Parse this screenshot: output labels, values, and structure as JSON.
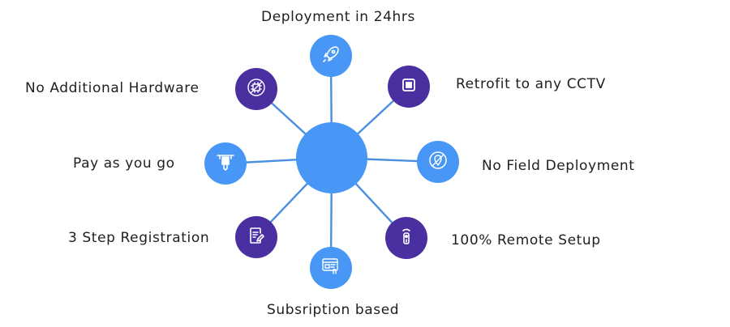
{
  "colors": {
    "blue": "#4896f6",
    "purple": "#4a2fa0",
    "line": "#4a8fe0",
    "hub": "#4896f6"
  },
  "features": [
    {
      "id": "deployment",
      "label": "Deployment in 24hrs",
      "icon": "rocket-icon",
      "color": "blue"
    },
    {
      "id": "retrofit",
      "label": "Retrofit to any CCTV",
      "icon": "square-chip-icon",
      "color": "purple"
    },
    {
      "id": "no-field",
      "label": "No Field Deployment",
      "icon": "no-location-icon",
      "color": "blue"
    },
    {
      "id": "remote",
      "label": "100% Remote Setup",
      "icon": "remote-control-icon",
      "color": "purple"
    },
    {
      "id": "subscription",
      "label": "Subsription based",
      "icon": "subscription-screen-icon",
      "color": "blue"
    },
    {
      "id": "registration",
      "label": "3 Step Registration",
      "icon": "document-edit-icon",
      "color": "purple"
    },
    {
      "id": "payg",
      "label": "Pay as you go",
      "icon": "atm-cash-icon",
      "color": "blue"
    },
    {
      "id": "no-hardware",
      "label": "No Additional Hardware",
      "icon": "no-chip-icon",
      "color": "purple"
    }
  ]
}
